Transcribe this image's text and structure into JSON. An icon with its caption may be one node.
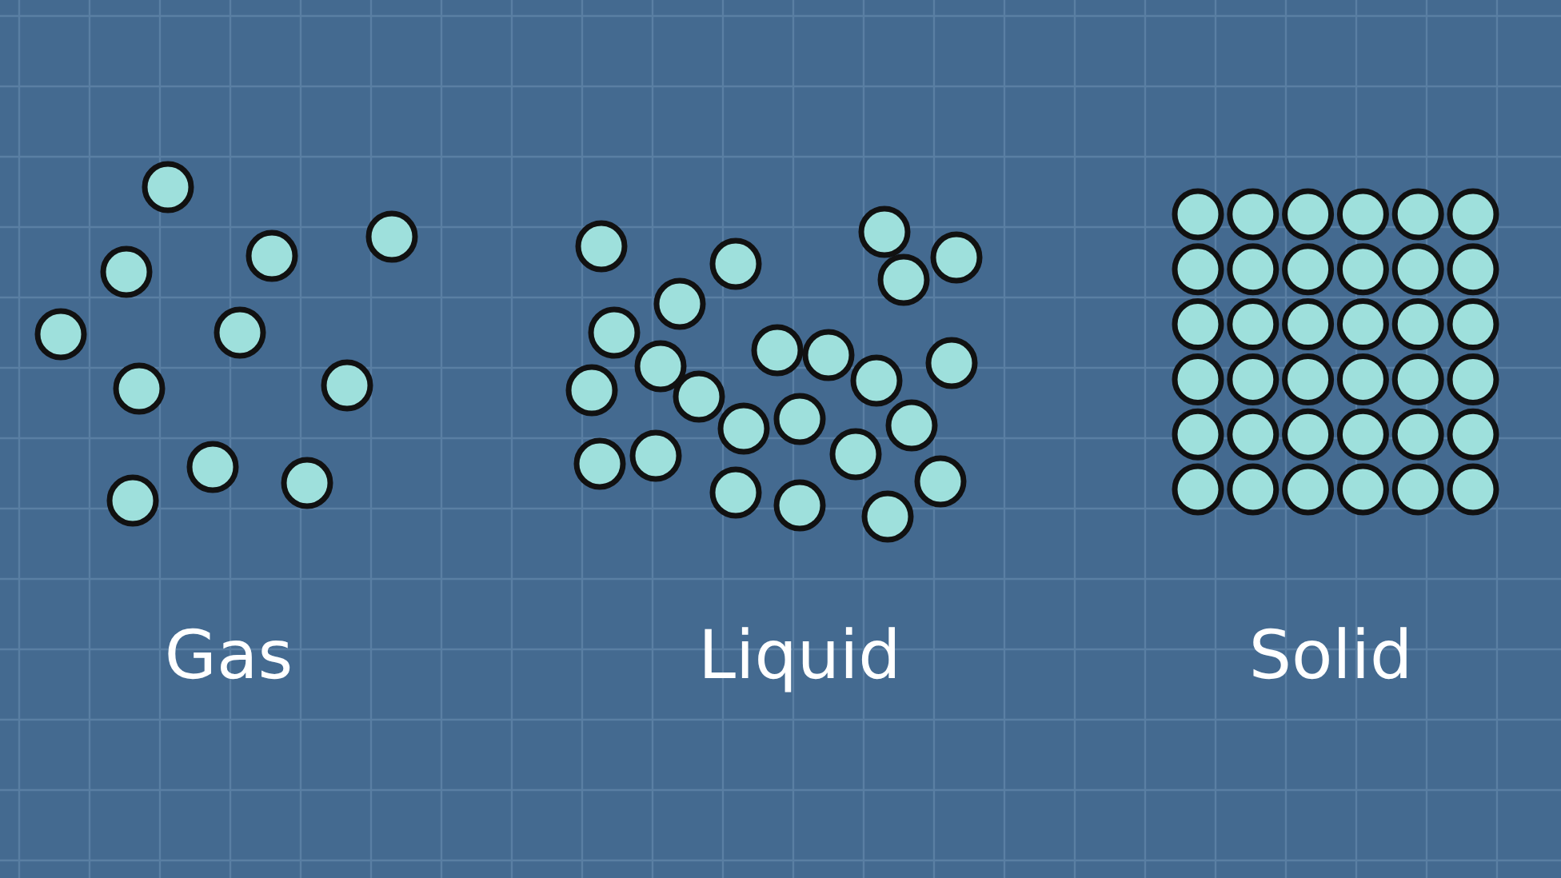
{
  "diagram": {
    "labels": [
      "Gas",
      "Liquid",
      "Solid"
    ]
  }
}
